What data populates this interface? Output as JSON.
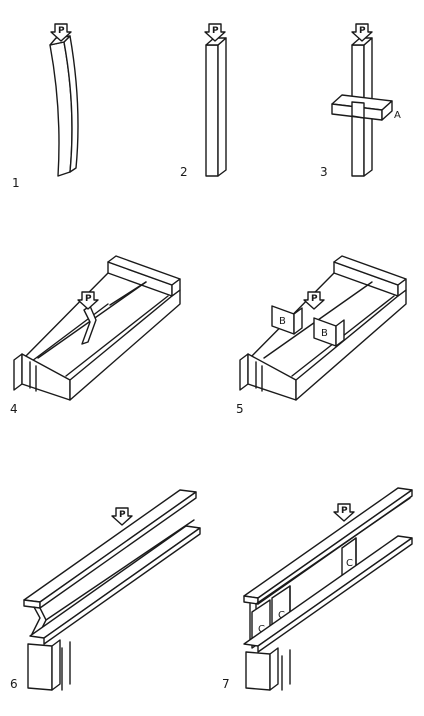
{
  "figures": [
    {
      "number": "1",
      "load_label": "P"
    },
    {
      "number": "2",
      "load_label": "P"
    },
    {
      "number": "3",
      "load_label": "P",
      "stiffener_label": "A"
    },
    {
      "number": "4",
      "load_label": "P"
    },
    {
      "number": "5",
      "load_label": "P",
      "stiffener_labels": [
        "B",
        "B"
      ]
    },
    {
      "number": "6",
      "load_label": "P"
    },
    {
      "number": "7",
      "load_label": "P",
      "stiffener_labels": [
        "C",
        "C",
        "C"
      ]
    }
  ]
}
